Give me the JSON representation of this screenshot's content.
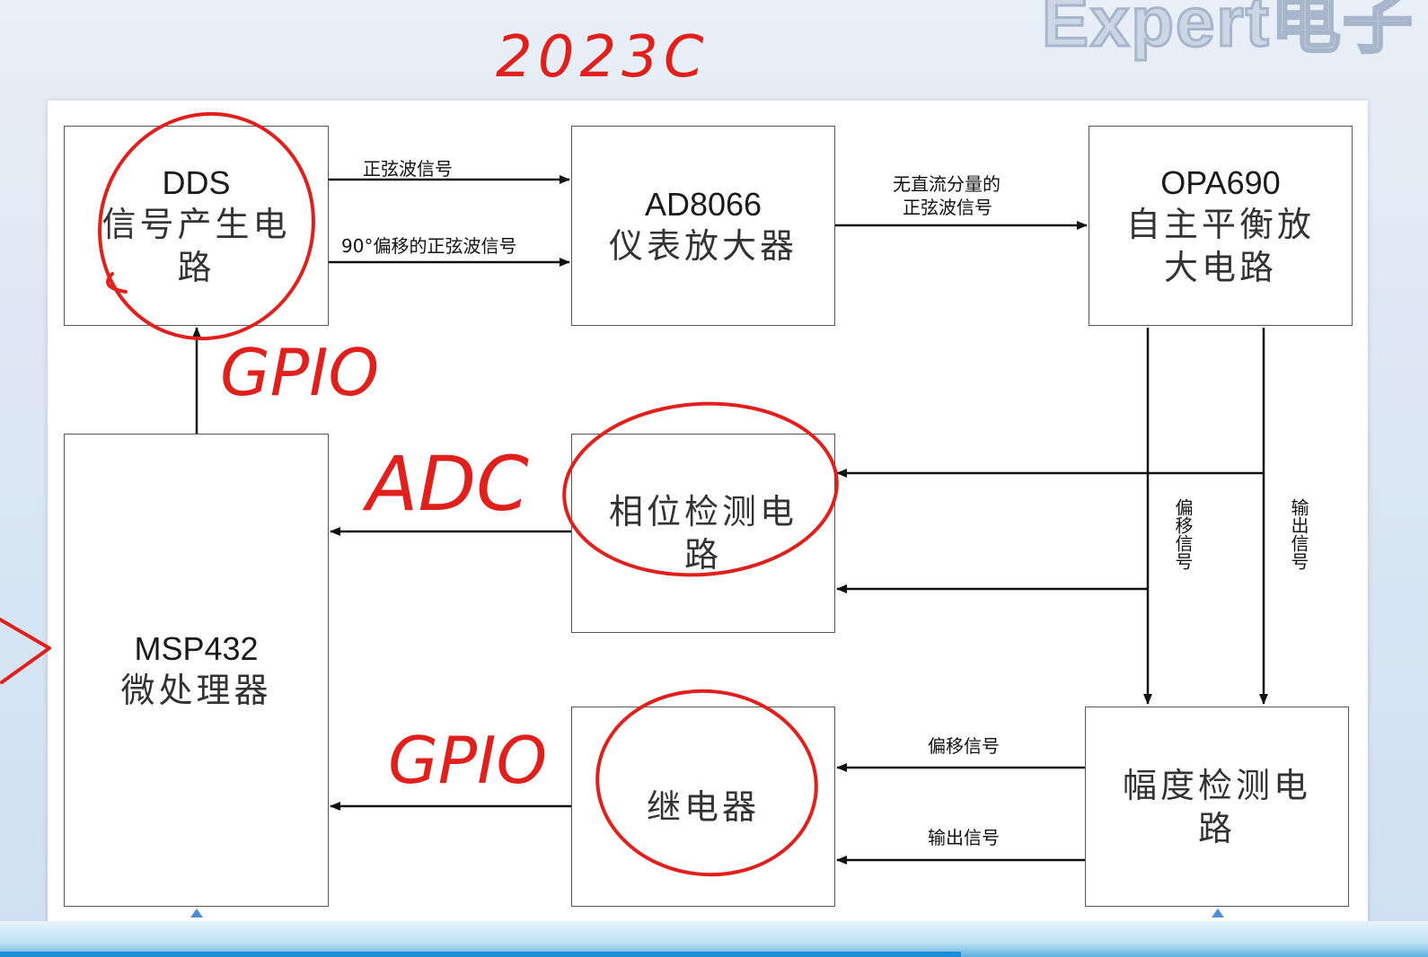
{
  "bg_text": "Expert电子",
  "annotations": {
    "year": "2023C",
    "gpio_top": "GPIO",
    "adc": "ADC",
    "gpio_bottom": "GPIO"
  },
  "boxes": {
    "dds": {
      "title": "DDS",
      "body": "信号产生电路"
    },
    "ad8066": {
      "title": "AD8066",
      "body": "仪表放大器"
    },
    "opa690": {
      "title": "OPA690",
      "body": "自主平衡放大电路"
    },
    "msp432": {
      "title": "MSP432",
      "body": "微处理器"
    },
    "phase": {
      "body": "相位检测电路"
    },
    "relay": {
      "body": "继电器"
    },
    "amp": {
      "body": "幅度检测电路"
    }
  },
  "labels": {
    "sine": "正弦波信号",
    "sine90": "90°偏移的正弦波信号",
    "nodc_1": "无直流分量的",
    "nodc_2": "正弦波信号",
    "offset_v": "偏移信号",
    "output_v": "输出信号",
    "offset_h": "偏移信号",
    "output_h": "输出信号"
  },
  "colors": {
    "ink": "#e0201c",
    "line": "#111111"
  }
}
